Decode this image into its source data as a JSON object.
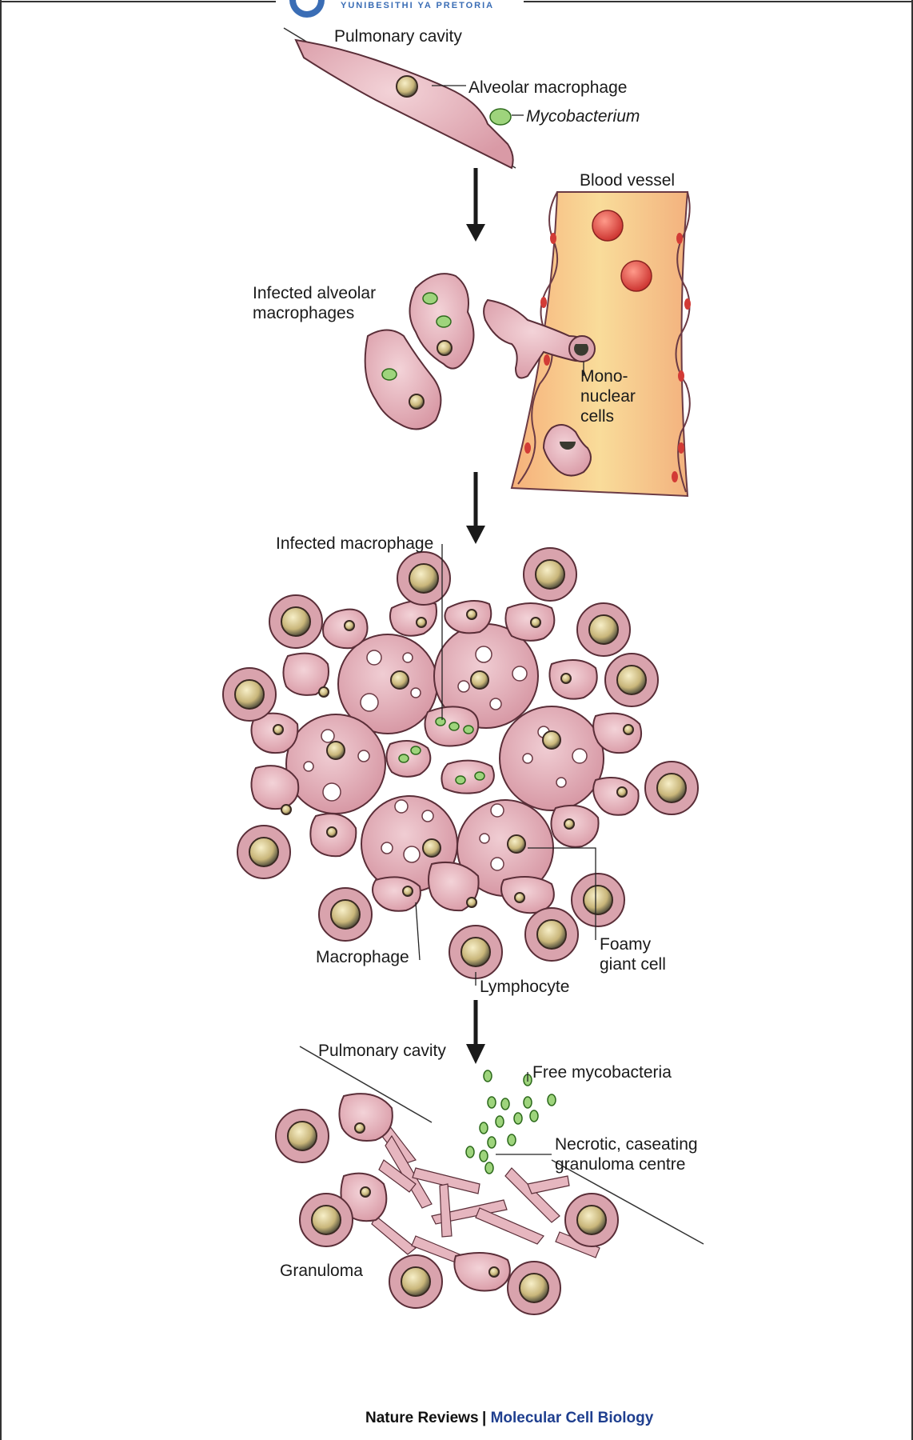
{
  "logo": {
    "text": "YUNIBESITHI YA PRETORIA",
    "emblem": "university-crest-icon"
  },
  "labels": {
    "pulmonary_cavity_top": "Pulmonary cavity",
    "alveolar_macrophage": "Alveolar macrophage",
    "mycobacterium": "Mycobacterium",
    "blood_vessel": "Blood vessel",
    "infected_alveolar_1": "Infected alveolar",
    "infected_alveolar_2": "macrophages",
    "mononuclear_1": "Mono-",
    "mononuclear_2": "nuclear",
    "mononuclear_3": "cells",
    "infected_macrophage": "Infected macrophage",
    "macrophage": "Macrophage",
    "lymphocyte": "Lymphocyte",
    "foamy_1": "Foamy",
    "foamy_2": "giant cell",
    "pulmonary_cavity_bottom": "Pulmonary cavity",
    "free_mycobacteria": "Free mycobacteria",
    "necrotic_1": "Necrotic, caseating",
    "necrotic_2": "granuloma centre",
    "granuloma": "Granuloma"
  },
  "credit": {
    "journal": "Nature Reviews",
    "separator": " | ",
    "section": "Molecular Cell Biology"
  },
  "colors": {
    "cell_fill": "#e9b8c0",
    "cell_outline": "#5a2e38",
    "bacterium": "#9ed47c",
    "vessel": "#f4c27a",
    "red_blood_cell": "#e0443b",
    "lymphocyte_core": "#f2e6b0",
    "credit_accent": "#1f3f8f"
  }
}
